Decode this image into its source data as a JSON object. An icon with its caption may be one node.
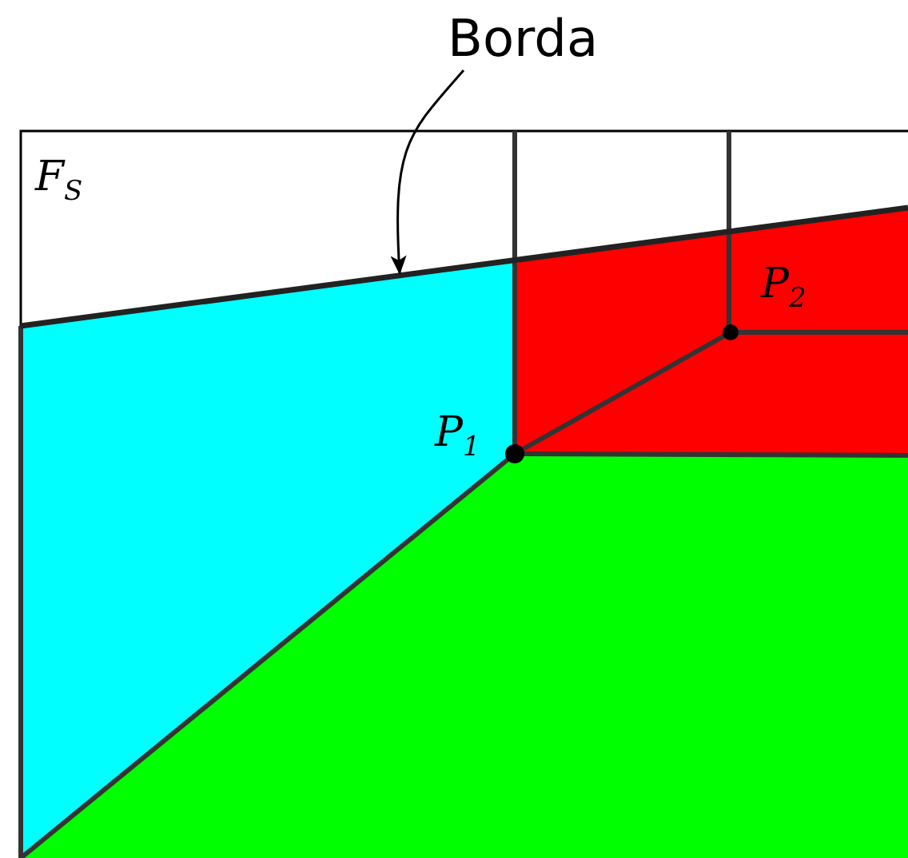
{
  "diagram": {
    "nodes": [
      {
        "text": [
          "Borda"
        ]
      },
      {
        "text": [],
        "shape": "line"
      }
    ],
    "edges": [
      {
        "from": 0,
        "to": 1,
        "arrow": "to"
      }
    ],
    "labels": [
      "F$_{S}$",
      "P$_{1}$",
      "P$_{2}$"
    ]
  }
}
